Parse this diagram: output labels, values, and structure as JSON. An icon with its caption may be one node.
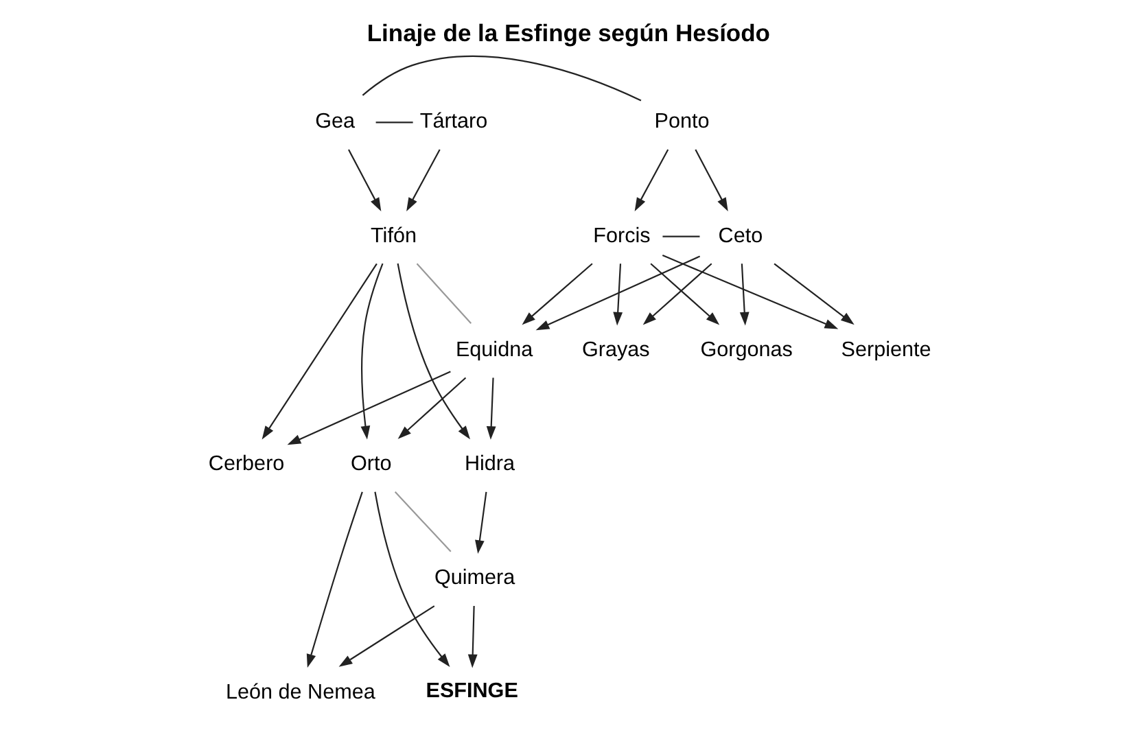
{
  "diagram": {
    "title": "Linaje de la Esfinge según Hesíodo",
    "nodes": [
      {
        "text": [
          "Tártaro"
        ]
      },
      {
        "text": [
          "Gea"
        ]
      },
      {
        "text": [
          "Ponto"
        ]
      },
      {
        "text": [
          "Tifón"
        ]
      },
      {
        "text": [
          "Forcis"
        ]
      },
      {
        "text": [
          "Ceto"
        ]
      },
      {
        "text": [
          "Equidna"
        ]
      },
      {
        "text": [
          "Grayas"
        ]
      },
      {
        "text": [
          "Gorgonas"
        ]
      },
      {
        "text": [
          "Serpiente"
        ]
      },
      {
        "text": [
          "Hidra"
        ]
      },
      {
        "text": [
          "Cerbero"
        ]
      },
      {
        "text": [
          "Orto"
        ]
      },
      {
        "text": [
          "Quimera"
        ]
      },
      {
        "text": [
          "ESFINGE"
        ]
      },
      {
        "text": [
          "León de Nemea"
        ]
      }
    ],
    "edges": [
      {
        "from": 0,
        "to": 1,
        "arrow": "none"
      },
      {
        "from": 1,
        "to": 2,
        "arrow": "none"
      },
      {
        "from": 0,
        "to": 3,
        "arrow": "to"
      },
      {
        "from": 1,
        "to": 3,
        "arrow": "to"
      },
      {
        "from": 2,
        "to": 4,
        "arrow": "to"
      },
      {
        "from": 2,
        "to": 5,
        "arrow": "to"
      },
      {
        "from": 4,
        "to": 5,
        "arrow": "none"
      },
      {
        "from": 4,
        "to": 6,
        "arrow": "to"
      },
      {
        "from": 5,
        "to": 6,
        "arrow": "to"
      },
      {
        "from": 4,
        "to": 7,
        "arrow": "to"
      },
      {
        "from": 5,
        "to": 7,
        "arrow": "to"
      },
      {
        "from": 4,
        "to": 8,
        "arrow": "to"
      },
      {
        "from": 5,
        "to": 8,
        "arrow": "to"
      },
      {
        "from": 4,
        "to": 9,
        "arrow": "to"
      },
      {
        "from": 5,
        "to": 9,
        "arrow": "to"
      },
      {
        "from": 3,
        "to": 6,
        "arrow": "none",
        "color": "#999999"
      },
      {
        "from": 3,
        "to": 10,
        "arrow": "to"
      },
      {
        "from": 6,
        "to": 10,
        "arrow": "to"
      },
      {
        "from": 3,
        "to": 11,
        "arrow": "to"
      },
      {
        "from": 6,
        "to": 11,
        "arrow": "to"
      },
      {
        "from": 3,
        "to": 12,
        "arrow": "to"
      },
      {
        "from": 6,
        "to": 12,
        "arrow": "to"
      },
      {
        "from": 10,
        "to": 13,
        "arrow": "to"
      },
      {
        "from": 12,
        "to": 13,
        "arrow": "none",
        "color": "#999999"
      },
      {
        "from": 12,
        "to": 14,
        "arrow": "to"
      },
      {
        "from": 13,
        "to": 14,
        "arrow": "to"
      },
      {
        "from": 12,
        "to": 15,
        "arrow": "to"
      },
      {
        "from": 13,
        "to": 15,
        "arrow": "to"
      }
    ]
  }
}
